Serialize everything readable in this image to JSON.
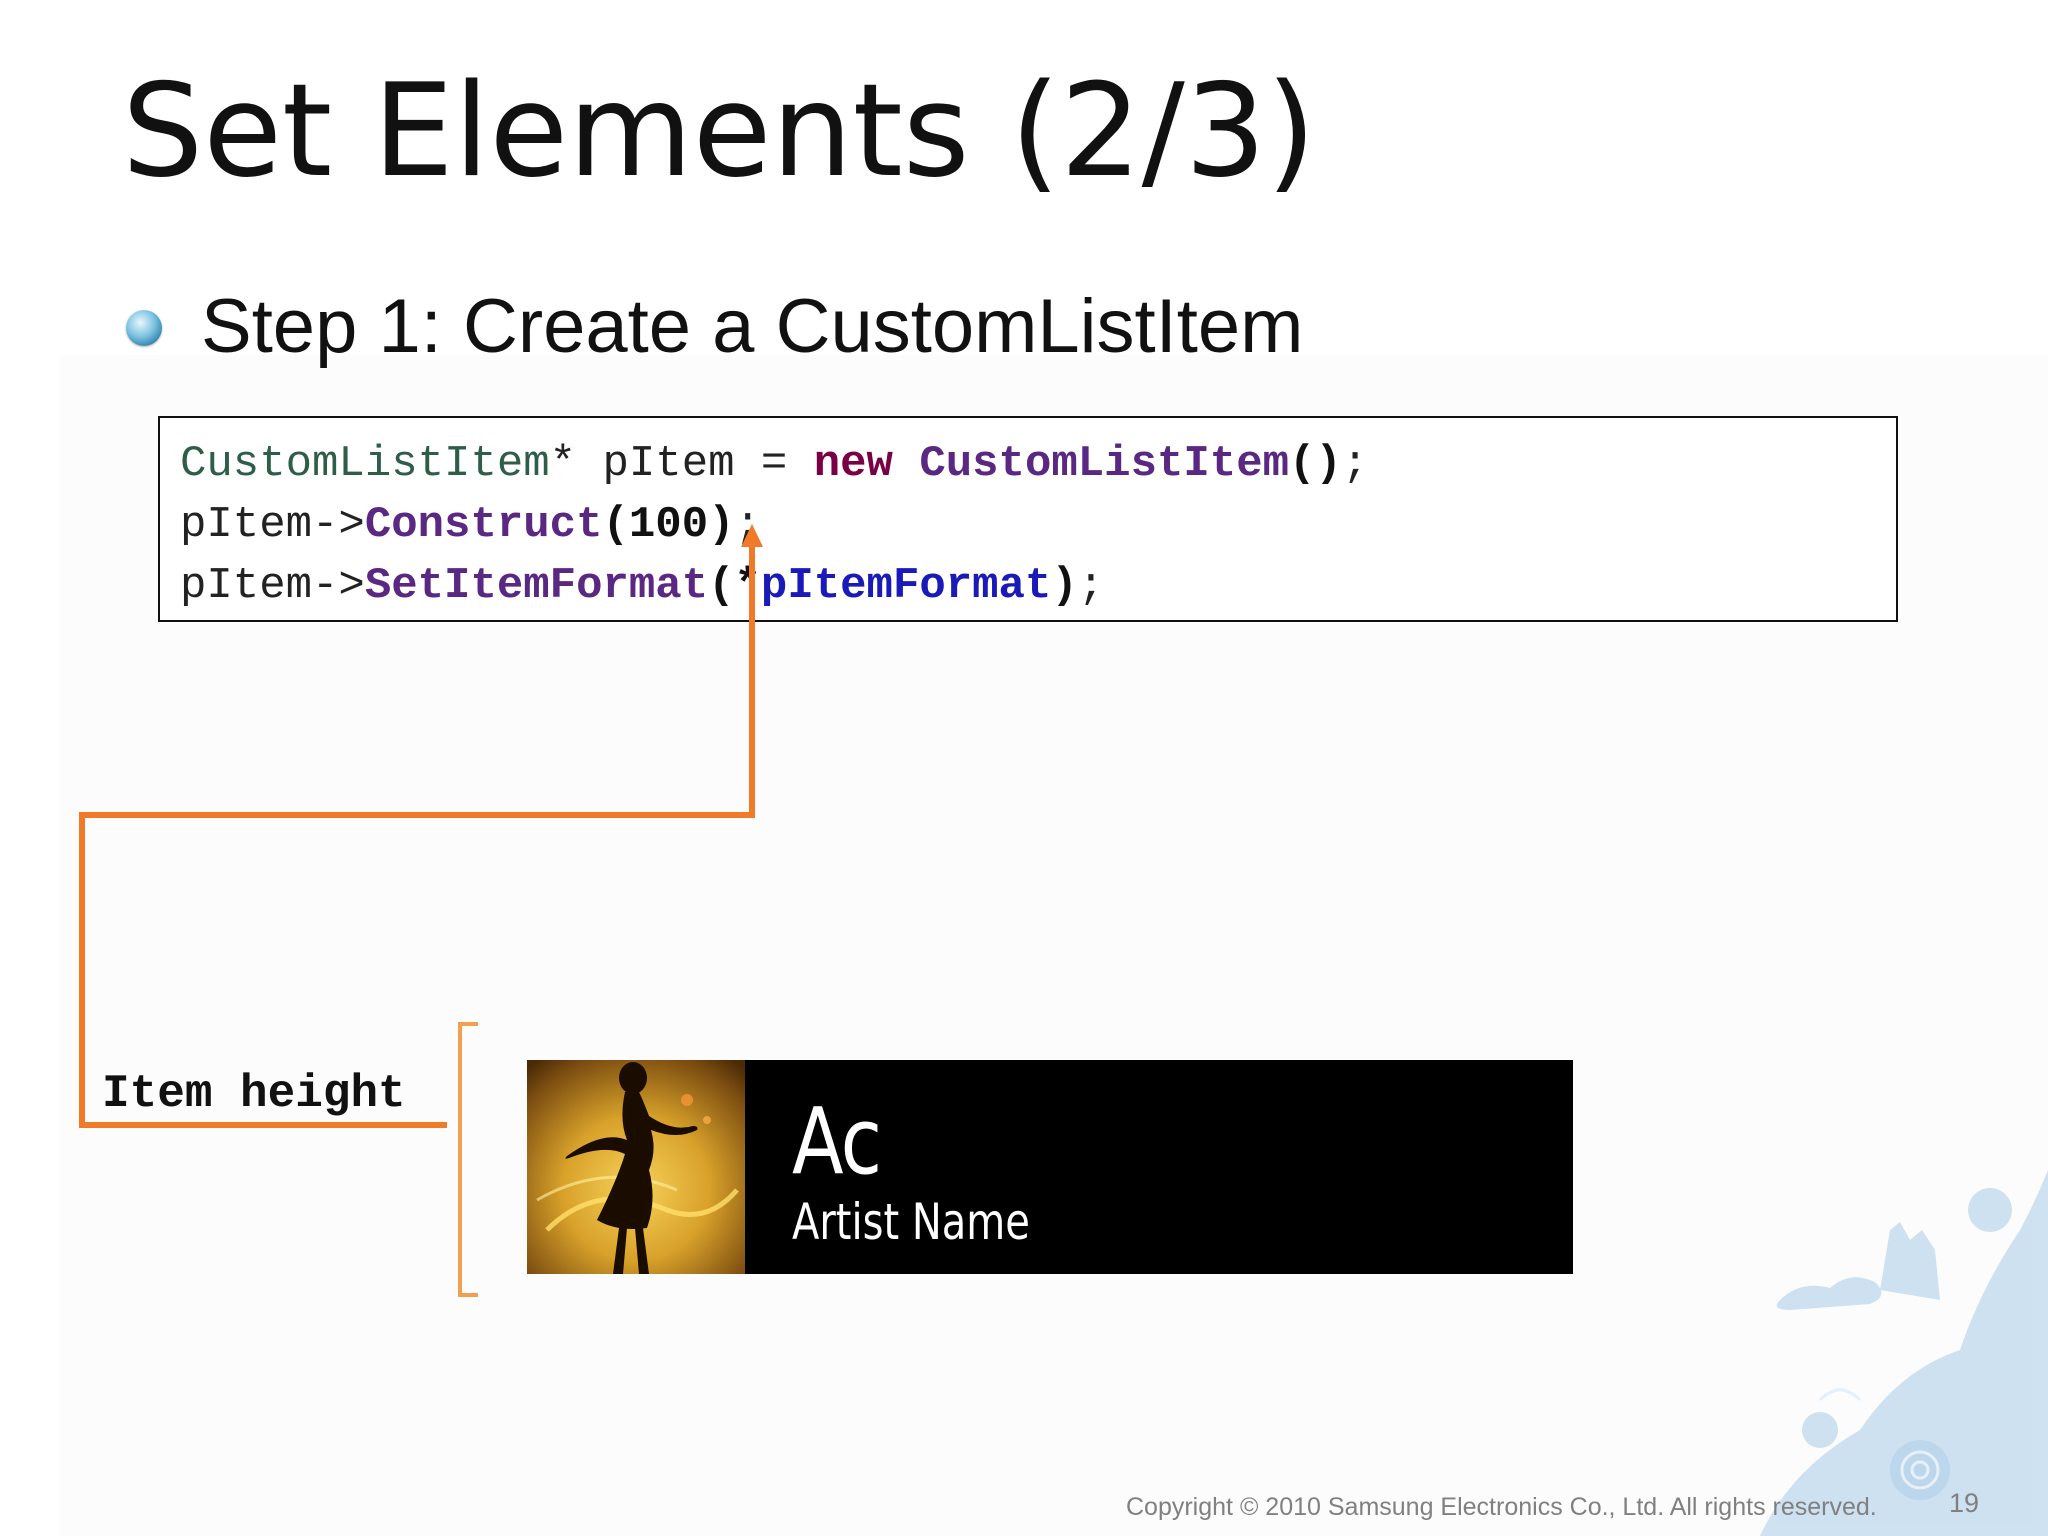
{
  "slide": {
    "title": "Set Elements (2/3)",
    "bullet": "Step 1: Create a CustomListItem",
    "page_number": "19",
    "copyright": "Copyright © 2010 Samsung Electronics Co., Ltd. All rights reserved."
  },
  "code": {
    "line1": {
      "type": "CustomListItem",
      "decl": "* pItem = ",
      "kw": "new",
      "space": " ",
      "ctor": "CustomListItem",
      "parens": "()",
      "end": ";"
    },
    "line2": {
      "obj": "pItem->",
      "method": "Construct",
      "open": "(",
      "arg": "100",
      "close": ")",
      "end": ";"
    },
    "line3": {
      "obj": "pItem->",
      "method": "SetItemFormat",
      "open": "(*",
      "arg": "pItemFormat",
      "close": ")",
      "end": ";"
    }
  },
  "annotation": {
    "label": "Item height",
    "connector_color": "#f07a28",
    "bracket_color": "#f0a050"
  },
  "list_item_preview": {
    "title": "Ac",
    "subtitle": "Artist Name",
    "image_icon": "dancer-silhouette-album-art"
  },
  "colors": {
    "type": "#2e5d48",
    "keyword": "#7a0045",
    "function": "#5a2883",
    "variable": "#1a1ab8"
  }
}
